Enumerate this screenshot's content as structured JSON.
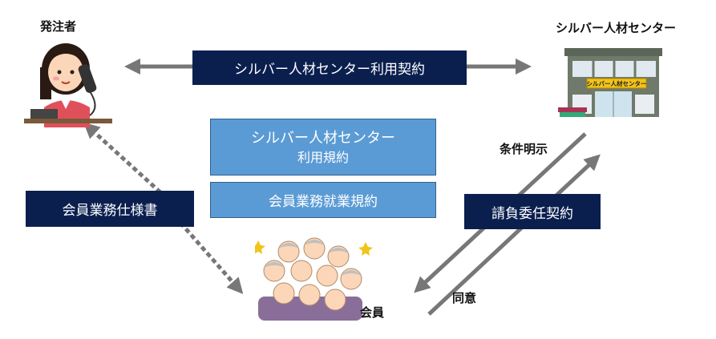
{
  "parties": {
    "orderer": "発注者",
    "center": "シルバー人材センター",
    "member": "会員"
  },
  "contract_top": "シルバー人材センター利用契約",
  "regulations": {
    "usage_line1": "シルバー人材センター",
    "usage_line2": "利用規約",
    "work_rules": "会員業務就業規約"
  },
  "member_spec": "会員業務仕様書",
  "subcontract": "請負委任契約",
  "conditions": "条件明示",
  "consent": "同意",
  "building_sign": "シルバー人材センター",
  "colors": {
    "navy": "#0b1f4f",
    "light_blue": "#5b9bd5",
    "arrow_gray": "#777777"
  }
}
